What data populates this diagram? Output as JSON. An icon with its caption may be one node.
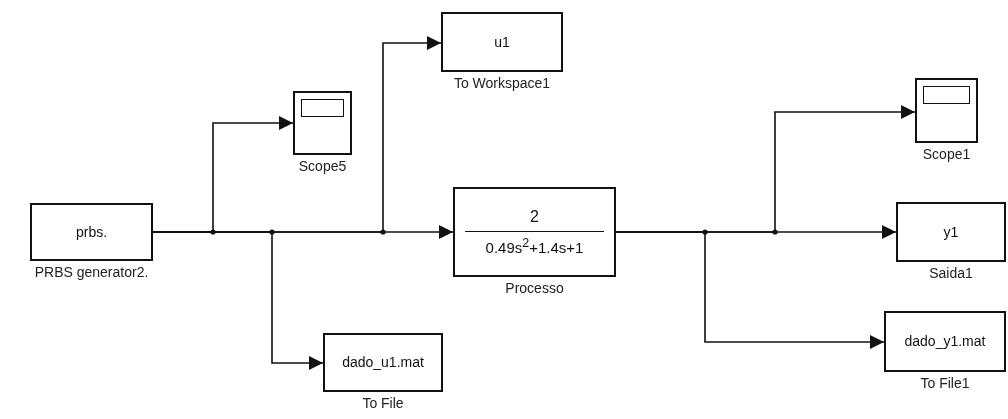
{
  "diagram": {
    "nodes": [
      {
        "text": [
          "prbs."
        ],
        "beside": [
          "PRBS generator2."
        ]
      },
      {
        "text": [],
        "shape": "box",
        "beside": [
          "Scope5"
        ]
      },
      {
        "text": [
          "u1"
        ],
        "beside": [
          "To Workspace1"
        ]
      },
      {
        "text": [
          "2",
          "0.49s$^{2}$+1.4s+1"
        ],
        "beside": [
          "Processo"
        ]
      },
      {
        "text": [
          "dado_u1.mat"
        ],
        "beside": [
          "To File"
        ]
      },
      {
        "text": [],
        "shape": "box",
        "beside": [
          "Scope1"
        ]
      },
      {
        "text": [
          "y1"
        ],
        "beside": [
          "Saida1"
        ]
      },
      {
        "text": [
          "dado_y1.mat"
        ],
        "beside": [
          "To File1"
        ]
      }
    ],
    "edges": [
      {
        "from": 0,
        "to": 1,
        "arrow": "to"
      },
      {
        "from": 0,
        "to": 4,
        "arrow": "to"
      },
      {
        "from": 0,
        "to": 2,
        "arrow": "to"
      },
      {
        "from": 0,
        "to": 3,
        "arrow": "to"
      },
      {
        "from": 3,
        "to": 7,
        "arrow": "to"
      },
      {
        "from": 3,
        "to": 5,
        "arrow": "to"
      },
      {
        "from": 3,
        "to": 6,
        "arrow": "to"
      }
    ]
  }
}
